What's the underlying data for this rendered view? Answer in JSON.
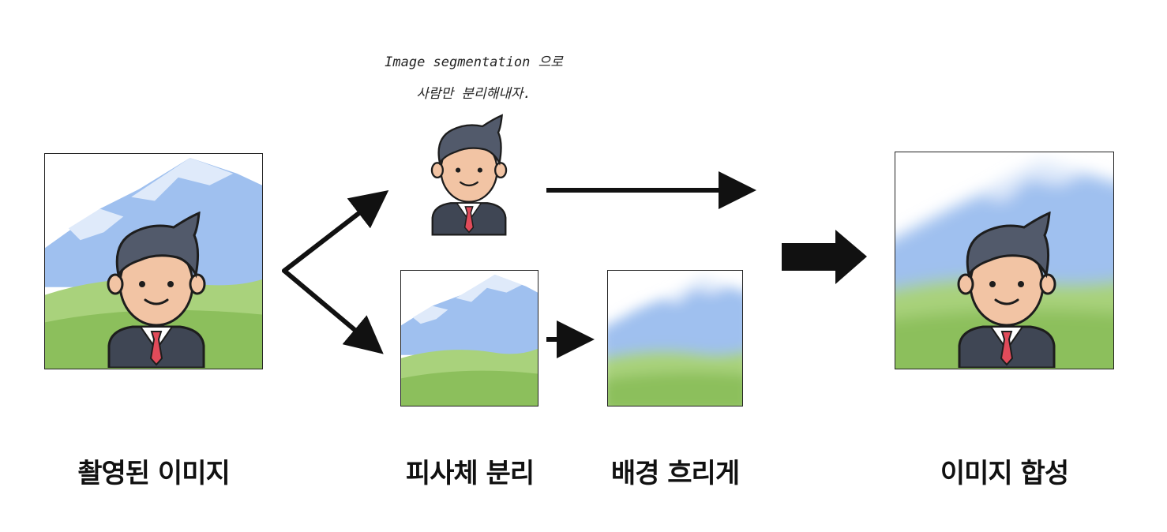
{
  "annotation": {
    "line1": "Image segmentation 으로",
    "line2": "사람만 분리해내자."
  },
  "steps": [
    {
      "label": "촬영된 이미지"
    },
    {
      "label": "피사체 분리"
    },
    {
      "label": "배경 흐리게"
    },
    {
      "label": "이미지 합성"
    }
  ],
  "colors": {
    "sky": "#ffffff",
    "mountain_blue": "#9fc0ef",
    "mountain_light": "#dfeafa",
    "grass_light": "#a9d27c",
    "grass_dark": "#8cbf5c",
    "hair": "#525a6b",
    "skin": "#f2c4a4",
    "suit": "#3f4654",
    "tie": "#e14b5a",
    "outline": "#1d1d1d"
  },
  "icons": {
    "person": "person-icon",
    "arrow": "arrow-icon"
  }
}
